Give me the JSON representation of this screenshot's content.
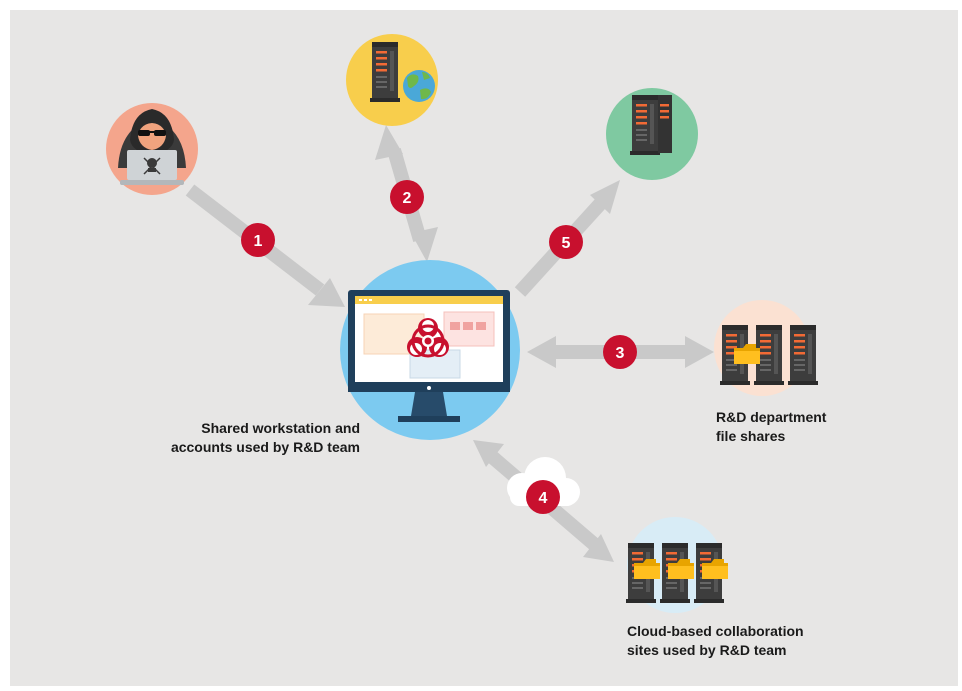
{
  "workstation": {
    "label_lines": [
      "Shared workstation and",
      "accounts used by R&D team"
    ]
  },
  "file_shares": {
    "label_lines": [
      "R&D department",
      "file shares"
    ]
  },
  "cloud_sites": {
    "label_lines": [
      "Cloud-based collaboration",
      "sites used by R&D team"
    ]
  },
  "steps": [
    {
      "number": "1"
    },
    {
      "number": "2"
    },
    {
      "number": "3"
    },
    {
      "number": "4"
    },
    {
      "number": "5"
    }
  ],
  "colors": {
    "background": "#e7e6e5",
    "arrow": "#c9c9c9",
    "badge": "#c8102e",
    "attacker_circle": "#f4a58c",
    "web_server_circle": "#f8ce4c",
    "exfil_server_circle": "#7fc9a1",
    "workstation_circle": "#7ccaf0",
    "file_share_circle": "#fbe1d2",
    "cloud_circle": "#d8ecf6",
    "server_body": "#3d3d3d",
    "server_accent": "#f26a35",
    "folder": "#ffbf1f",
    "monitor": "#1f3f5b"
  },
  "icons": {
    "attacker": "hooded-hacker-icon",
    "web_server": "web-server-globe-icon",
    "exfil_server": "server-icon",
    "workstation": "monitor-biohazard-icon",
    "file_shares": "file-server-folder-icon",
    "cloud": "cloud-icon",
    "cloud_sites": "cloud-file-server-icon"
  }
}
